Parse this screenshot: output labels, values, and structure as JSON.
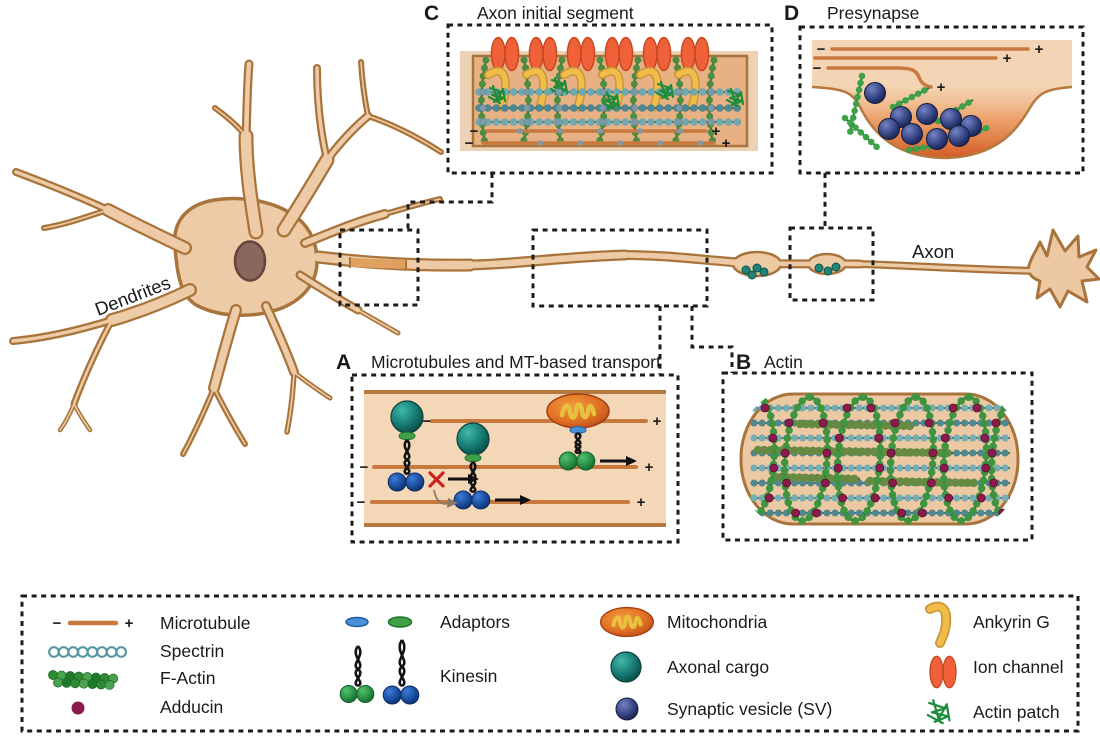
{
  "figure": {
    "background": "#ffffff"
  },
  "labels": {
    "dendrites": "Dendrites",
    "axon": "Axon"
  },
  "signs": {
    "minus": "−",
    "plus": "+"
  },
  "panels": {
    "A": {
      "letter": "A",
      "title": "Microtubules and MT-based transport"
    },
    "B": {
      "letter": "B",
      "title": "Actin"
    },
    "C": {
      "letter": "C",
      "title": "Axon initial segment"
    },
    "D": {
      "letter": "D",
      "title": "Presynapse"
    }
  },
  "legend": {
    "items": [
      {
        "id": "microtubule",
        "label": "Microtubule"
      },
      {
        "id": "spectrin",
        "label": "Spectrin"
      },
      {
        "id": "f-actin",
        "label": "F-Actin"
      },
      {
        "id": "adducin",
        "label": "Adducin"
      },
      {
        "id": "adaptors",
        "label": "Adaptors"
      },
      {
        "id": "kinesin",
        "label": "Kinesin"
      },
      {
        "id": "mitochondria",
        "label": "Mitochondria"
      },
      {
        "id": "axonal-cargo",
        "label": "Axonal cargo"
      },
      {
        "id": "synaptic-vesicle",
        "label": "Synaptic vesicle (SV)"
      },
      {
        "id": "ankyrin-g",
        "label": "Ankyrin G"
      },
      {
        "id": "ion-channel",
        "label": "Ion channel"
      },
      {
        "id": "actin-patch",
        "label": "Actin patch"
      }
    ]
  },
  "colors": {
    "microtubule": "#c87940",
    "spectrin": "#5899a1",
    "actin": "#3f9440",
    "adducin": "#8c1a4b",
    "ankyrin_g": "#f2bc4a",
    "ion_channel": "#f0613a",
    "mitochondria": "#e07022",
    "axonal_cargo": "#157a72",
    "synaptic_vesicle": "#31407e",
    "kinesin_green": "#2a9147",
    "kinesin_blue": "#1c4fa0",
    "membrane": "#edcba6",
    "outline": "#a9743c",
    "dash": "#1c1c1c"
  }
}
